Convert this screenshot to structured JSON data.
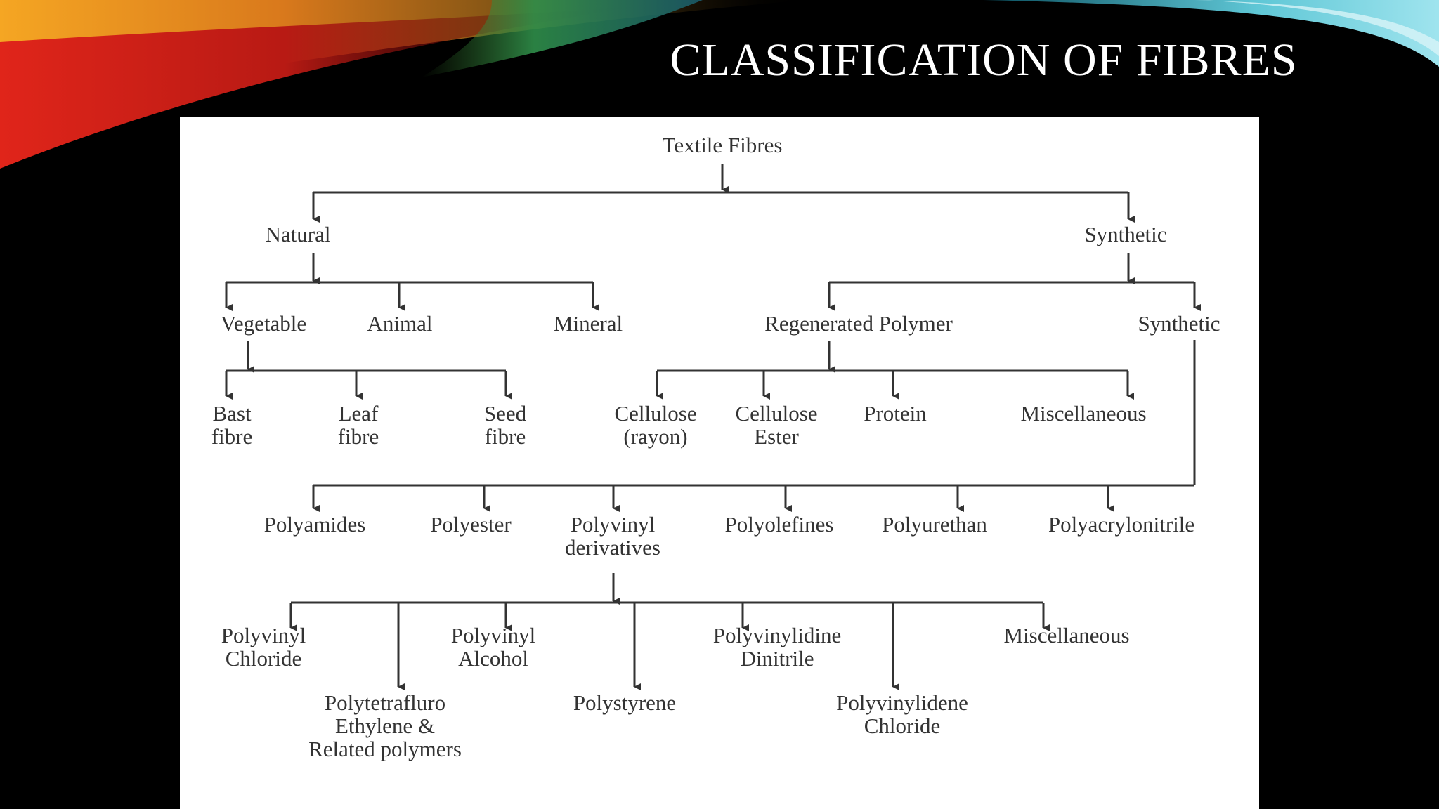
{
  "slide": {
    "title": "CLASSIFICATION OF FIBRES",
    "colors": {
      "background": "#000000",
      "panel": "#ffffff",
      "title": "#ffffff",
      "diagram_ink": "#333333",
      "accent_orange": "#f5a623",
      "accent_red": "#d0201a",
      "accent_green": "#2f8f4a",
      "accent_teal": "#5fc7d6"
    }
  },
  "diagram": {
    "nodes": {
      "root": "Textile Fibres",
      "natural": "Natural",
      "synthetic_top": "Synthetic",
      "vegetable": "Vegetable",
      "animal": "Animal",
      "mineral": "Mineral",
      "regenerated": "Regenerated Polymer",
      "synthetic_sub": "Synthetic",
      "bast": "Bast\nfibre",
      "leaf": "Leaf\nfibre",
      "seed": "Seed\nfibre",
      "cellulose_rayon": "Cellulose\n(rayon)",
      "cellulose_ester": "Cellulose\nEster",
      "protein": "Protein",
      "misc_regen": "Miscellaneous",
      "polyamides": "Polyamides",
      "polyester": "Polyester",
      "polyvinyl_deriv": "Polyvinyl\nderivatives",
      "polyolefines": "Polyolefines",
      "polyurethan": "Polyurethan",
      "polyacrylonitrile": "Polyacrylonitrile",
      "pvc": "Polyvinyl\nChloride",
      "ptfe": "Polytetrafluro\nEthylene &\nRelated polymers",
      "pva": "Polyvinyl\nAlcohol",
      "polystyrene": "Polystyrene",
      "pvd_dinitrile": "Polyvinylidine\nDinitrile",
      "pvdc": "Polyvinylidene\nChloride",
      "misc_vinyl": "Miscellaneous"
    }
  }
}
